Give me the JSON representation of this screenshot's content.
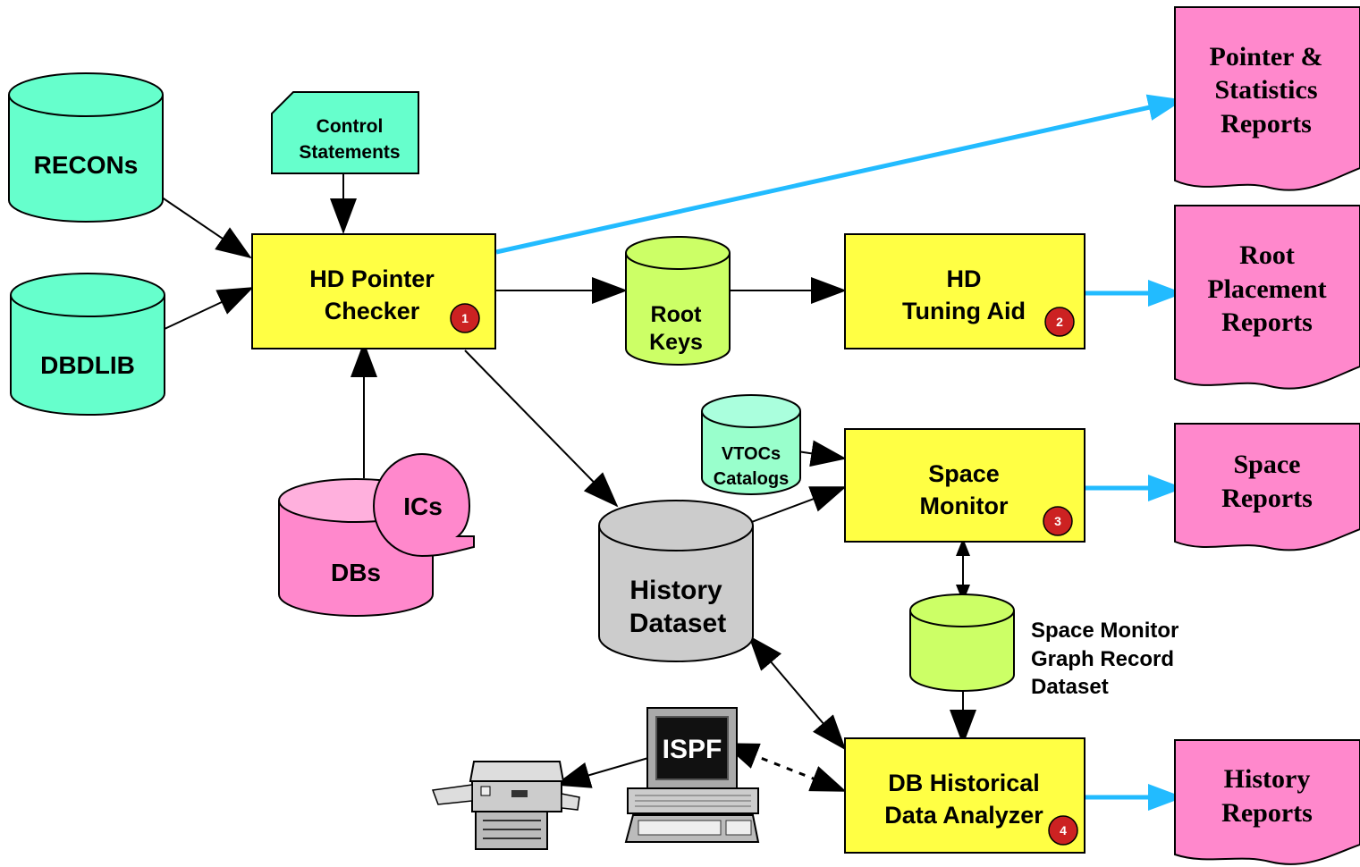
{
  "sources": {
    "recons": "RECONs",
    "dbdlib": "DBDLIB",
    "control_line1": "Control",
    "control_line2": "Statements",
    "dbs": "DBs",
    "ics": "ICs",
    "vtocs_line1": "VTOCs",
    "vtocs_line2": "Catalogs"
  },
  "processes": {
    "pointer_checker": {
      "line1": "HD Pointer",
      "line2": "Checker",
      "badge": "1"
    },
    "tuning_aid": {
      "line1": "HD",
      "line2": "Tuning Aid",
      "badge": "2"
    },
    "space_monitor": {
      "line1": "Space",
      "line2": "Monitor",
      "badge": "3"
    },
    "historical_analyzer": {
      "line1": "DB Historical",
      "line2": "Data Analyzer",
      "badge": "4"
    }
  },
  "datasets": {
    "root_keys_line1": "Root",
    "root_keys_line2": "Keys",
    "history_line1": "History",
    "history_line2": "Dataset",
    "graph_line1": "Space Monitor",
    "graph_line2": "Graph Record",
    "graph_line3": "Dataset"
  },
  "reports": {
    "pointer": [
      "Pointer &",
      "Statistics",
      "Reports"
    ],
    "root": [
      "Root",
      "Placement",
      "Reports"
    ],
    "space": [
      "Space",
      "Reports"
    ],
    "history": [
      "History",
      "Reports"
    ]
  },
  "devices": {
    "ispf": "ISPF"
  },
  "colors": {
    "cyan": "#66ffcc",
    "yellow": "#ffff44",
    "green": "#ccff66",
    "pink": "#ff88cc",
    "gray": "#cccccc",
    "blue_arrow": "#22bbff",
    "badge": "#cc2222"
  }
}
